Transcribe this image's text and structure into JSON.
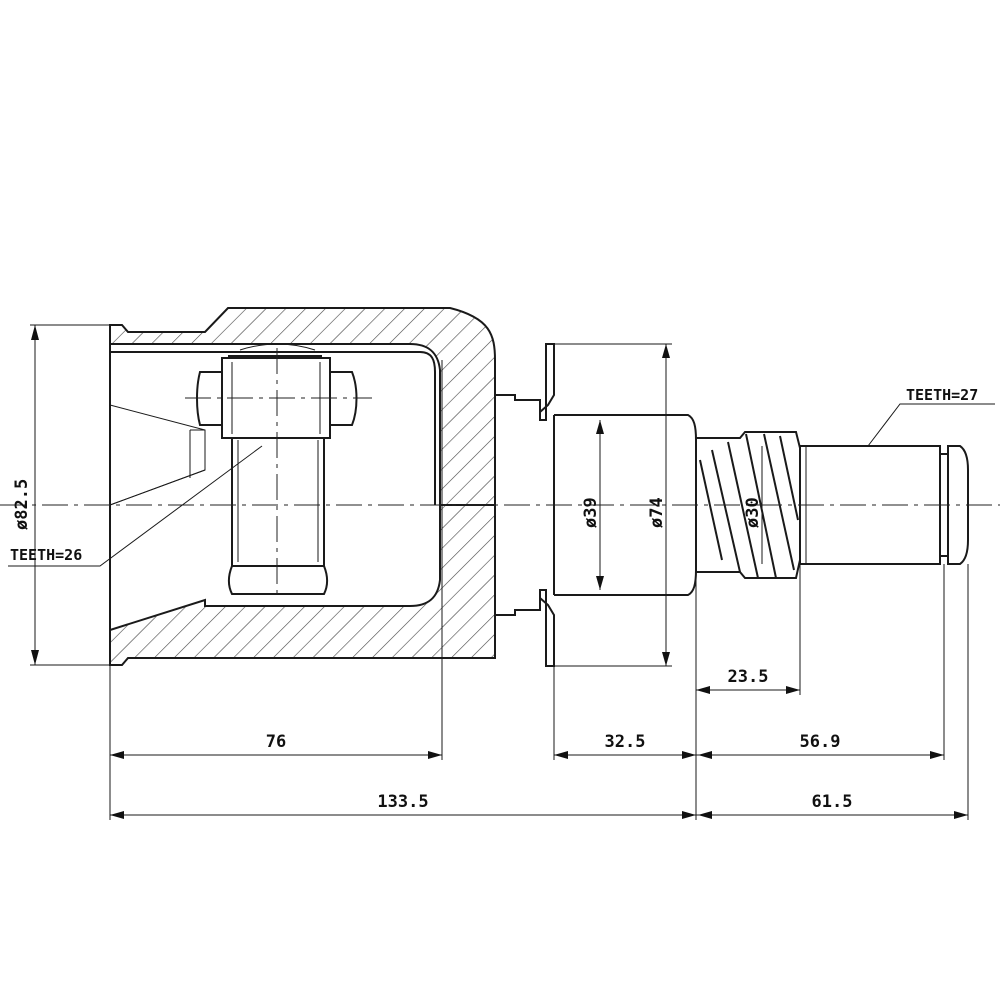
{
  "labels": {
    "teeth_left": "TEETH=26",
    "teeth_right": "TEETH=27"
  },
  "diameters": {
    "housing": "ø82.5",
    "shaft": "ø39",
    "flange": "ø74",
    "spline": "ø30"
  },
  "dimensions": {
    "housing_length": "76",
    "flange_to_spline": "32.5",
    "spline_length": "23.5",
    "stub_length": "56.9",
    "overall_body": "133.5",
    "overall_stub": "61.5"
  }
}
